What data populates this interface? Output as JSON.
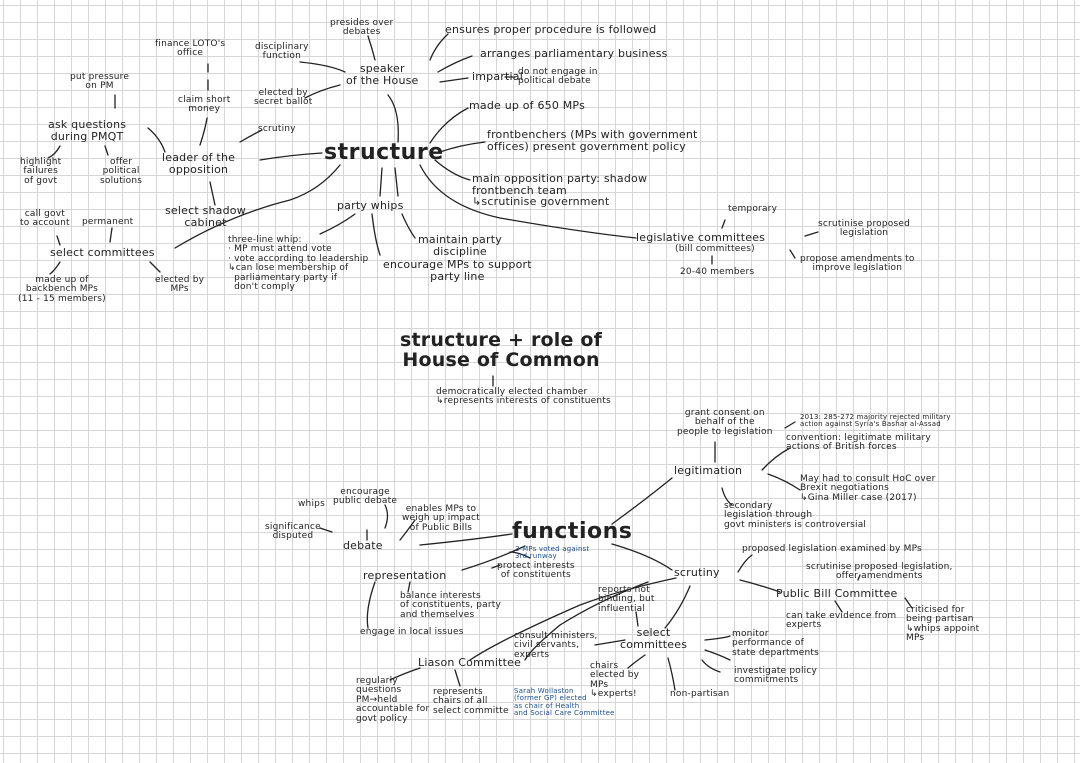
{
  "colors": {
    "ink": "#222222",
    "note_blue": "#1d4f8c",
    "grid": "#d6d6d6"
  },
  "title": "structure + role of\nHouse of Common",
  "subtitle": "democratically elected chamber\n↳represents interests of constituents",
  "structure": {
    "label": "structure",
    "speaker": {
      "label": "speaker\nof the House",
      "presides": "presides over\ndebates",
      "procedure": "ensures proper procedure is followed",
      "business": "arranges parliamentary business",
      "impartial": "impartial",
      "no_debate": "do not engage in\npolitical debate",
      "disciplinary": "disciplinary\nfunction",
      "secret_ballot": "elected by\nsecret ballot"
    },
    "made_up": "made up of 650 MPs",
    "frontbenchers": "frontbenchers (MPs with government\noffices) present government policy",
    "opposition_party": "main opposition party: shadow\nfrontbench team\n↳scrutinise government",
    "leader_opposition": {
      "label": "leader of the\nopposition",
      "finance_office": "finance LOTO's\noffice",
      "claim_money": "claim short\nmoney",
      "pressure": "put pressure\non PM",
      "pmqt": "ask questions\nduring PMQT",
      "highlight": "highlight\nfailures\nof govt",
      "offer": "offer\npolitical\nsolutions",
      "scrutiny": "scrutiny",
      "shadow_cabinet": "select shadow\ncabinet"
    },
    "select_committees": {
      "label": "select committees",
      "call_govt": "call govt\nto account",
      "permanent": "permanent",
      "made_up": "made up of\nbackbench MPs\n(11 - 15 members)",
      "elected": "elected by\nMPs"
    },
    "party_whips": {
      "label": "party whips",
      "three_line": "three-line whip:\n· MP must attend vote\n· vote according to leadership\n↳can lose membership of\n  parliamentary party if\n  don't comply",
      "encourage": "encourage MPs to support\nparty line",
      "discipline": "maintain party\ndiscipline"
    },
    "legislative": {
      "label": "legislative committees",
      "bill": "(bill committees)",
      "members": "20-40 members",
      "temporary": "temporary",
      "scrutinise": "scrutinise proposed\nlegislation",
      "amendments": "propose amendments to\nimprove legislation"
    }
  },
  "functions": {
    "label": "functions",
    "legitimation": {
      "label": "legitimation",
      "consent": "grant consent on\nbehalf of the\npeople to legislation",
      "syria": "2013: 285-272 majority rejected military\naction against Syria's Bashar al-Assad",
      "convention": "convention: legitimate military\nactions of British forces",
      "brexit": "May had to consult HoC over\nBrexit negotiations\n↳Gina Miller case (2017)",
      "secondary": "secondary\nlegislation through\ngovt ministers is controversial"
    },
    "debate": {
      "label": "debate",
      "whips": "whips",
      "encourage": "encourage\npublic debate",
      "disputed": "significance\ndisputed",
      "weigh": "enables MPs to\nweigh up impact\nof Public Bills"
    },
    "representation": {
      "label": "representation",
      "voted": "3 MPs voted against\n3rd runway",
      "protect": "protect interests\nof constituents",
      "balance": "balance interests\nof constituents, party\nand themselves",
      "local": "engage in local issues"
    },
    "scrutiny": {
      "label": "scrutiny",
      "proposed": "proposed legislation examined by MPs",
      "pbc": "Public Bill Committee",
      "scrutinise": "scrutinise proposed legislation,\noffer amendments",
      "evidence": "can take evidence from\nexperts",
      "criticised": "criticised for\nbeing partisan\n↳whips appoint\nMPs"
    },
    "select_committees": {
      "label": "select\ncommittees",
      "reports": "reports not\nbinding, but\ninfluential",
      "consult": "consult ministers,\ncivil servants,\nexperts",
      "monitor": "monitor\nperformance of\nstate departments",
      "investigate": "investigate policy\ncommitments",
      "chairs": "chairs\nelected by\nMPs\n↳experts!",
      "non_partisan": "non-partisan",
      "wollaston": "Sarah Wollaston\n(former GP) elected\nas chair of Health\nand Social Care Committee"
    },
    "liaison": {
      "label": "Liason Committee",
      "questions": "regularly\nquestions\nPM→held\naccountable for\ngovt policy",
      "represents": "represents\nchairs of all\nselect committe"
    }
  }
}
